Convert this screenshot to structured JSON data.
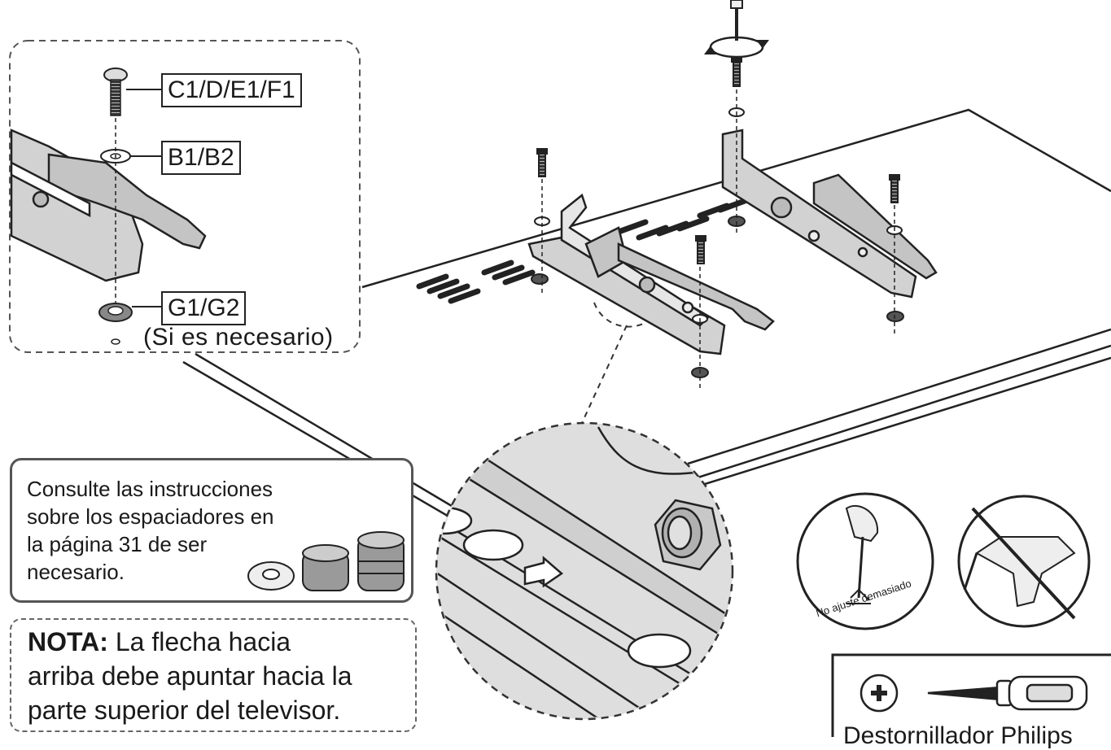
{
  "labels": {
    "screw": "C1/D/E1/F1",
    "washer": "B1/B2",
    "spacer": "G1/G2",
    "spacer_condition": "(Si es necesario)"
  },
  "info_box": {
    "line1": "Consulte las instrucciones",
    "line2": "sobre los espaciadores en",
    "line3": "la página 31 de ser",
    "line4": "necesario."
  },
  "note": {
    "prefix": "NOTA:",
    "line1": "La flecha hacia",
    "line2": "arriba debe apuntar hacia la",
    "line3": "parte superior del televisor."
  },
  "warning_icon_text": "No ajuste demasiado",
  "tool": {
    "name": "Destornillador Philips",
    "icon": "phillips-cross-icon"
  },
  "colors": {
    "line": "#222222",
    "part_fill": "#d2d2d2",
    "zoom_fill": "#dedede",
    "dash": "#555555"
  }
}
